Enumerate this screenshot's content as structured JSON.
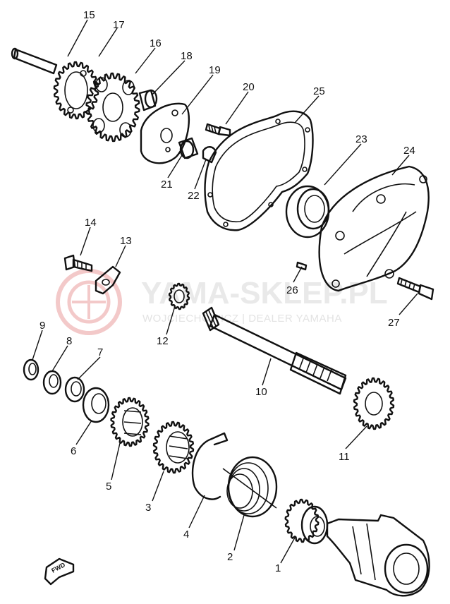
{
  "watermark": {
    "title": "YAMA-SKLEP.PL",
    "subtitle": "WOJCIECHOWICZ | DEALER YAMAHA"
  },
  "direction_marker": {
    "label": "FWD"
  },
  "callouts": [
    {
      "id": "c1",
      "label": "1"
    },
    {
      "id": "c2",
      "label": "2"
    },
    {
      "id": "c3",
      "label": "3"
    },
    {
      "id": "c4",
      "label": "4"
    },
    {
      "id": "c5",
      "label": "5"
    },
    {
      "id": "c6",
      "label": "6"
    },
    {
      "id": "c7",
      "label": "7"
    },
    {
      "id": "c8",
      "label": "8"
    },
    {
      "id": "c9",
      "label": "9"
    },
    {
      "id": "c10",
      "label": "10"
    },
    {
      "id": "c11",
      "label": "11"
    },
    {
      "id": "c12",
      "label": "12"
    },
    {
      "id": "c13",
      "label": "13"
    },
    {
      "id": "c14",
      "label": "14"
    },
    {
      "id": "c15",
      "label": "15"
    },
    {
      "id": "c16",
      "label": "16"
    },
    {
      "id": "c17",
      "label": "17"
    },
    {
      "id": "c18",
      "label": "18"
    },
    {
      "id": "c19",
      "label": "19"
    },
    {
      "id": "c20",
      "label": "20"
    },
    {
      "id": "c21",
      "label": "21"
    },
    {
      "id": "c22",
      "label": "22"
    },
    {
      "id": "c23",
      "label": "23"
    },
    {
      "id": "c24",
      "label": "24"
    },
    {
      "id": "c25",
      "label": "25"
    },
    {
      "id": "c26",
      "label": "26"
    },
    {
      "id": "c27",
      "label": "27"
    }
  ]
}
